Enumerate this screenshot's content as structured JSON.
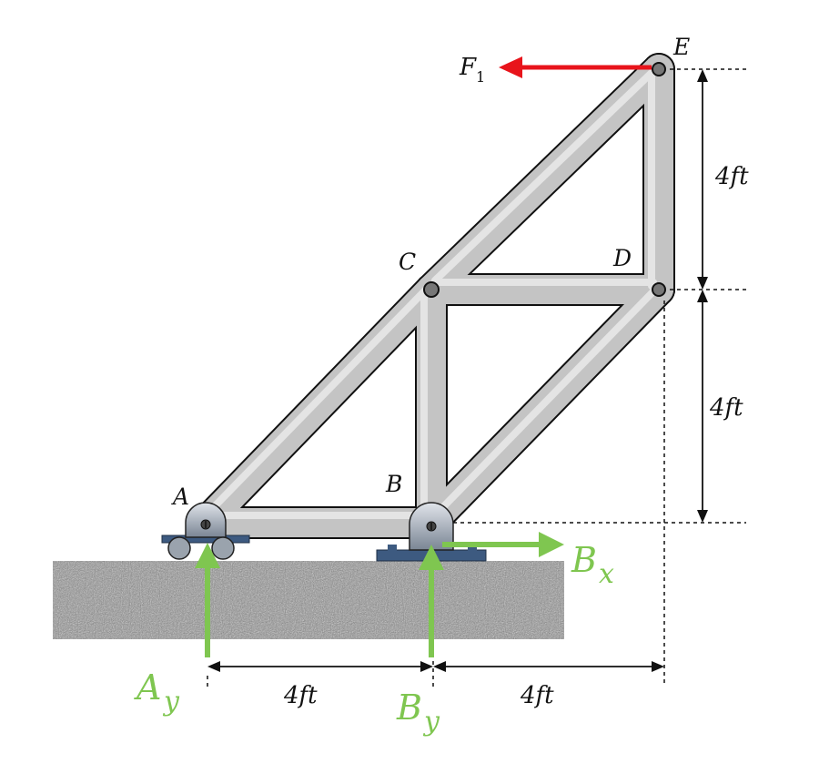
{
  "nodes": {
    "A": "A",
    "B": "B",
    "C": "C",
    "D": "D",
    "E": "E"
  },
  "force": {
    "label_main": "F",
    "label_sub": "1",
    "color": "#e8141b"
  },
  "reactions": {
    "Ay_main": "A",
    "Ay_sub": "y",
    "By_main": "B",
    "By_sub": "y",
    "Bx_main": "B",
    "Bx_sub": "x",
    "color": "#7fc650"
  },
  "dimensions": {
    "bottom_left": "4ft",
    "bottom_right": "4ft",
    "right_upper": "4ft",
    "right_lower": "4ft"
  },
  "colors": {
    "member_fill": "#c8c8c8",
    "member_stroke": "#111111",
    "ground": "#9a9a9a",
    "support_plate": "#3d5a80"
  }
}
